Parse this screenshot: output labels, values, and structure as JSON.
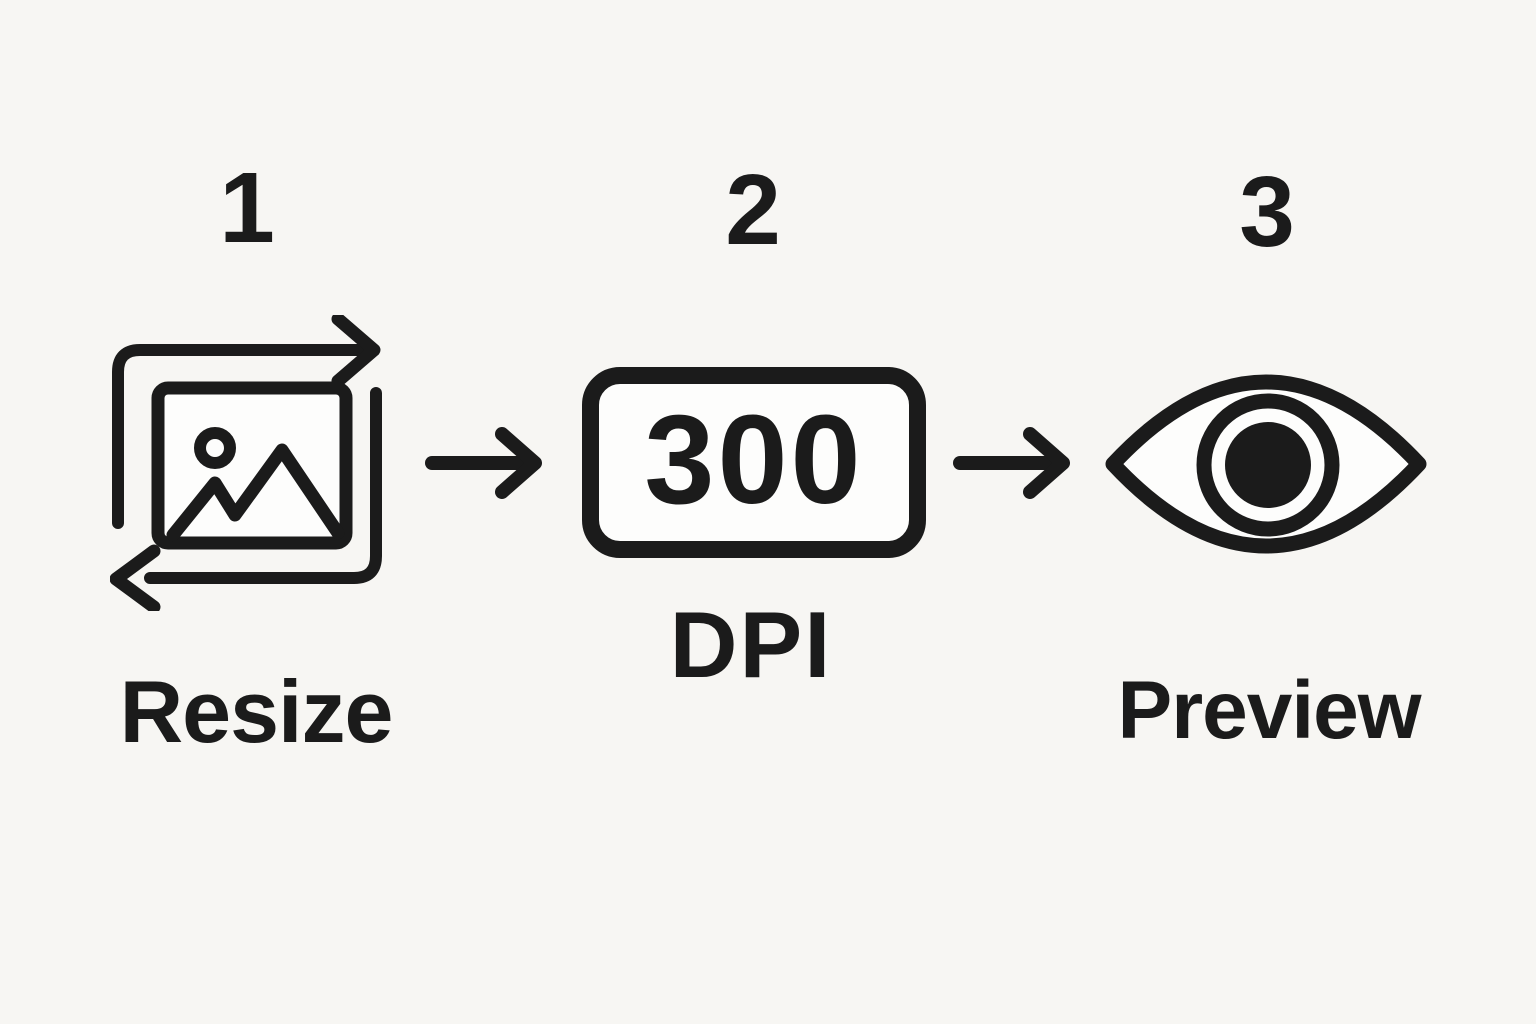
{
  "colors": {
    "background": "#f7f6f3",
    "ink": "#1b1b1b",
    "paper": "#fdfdfc"
  },
  "diagram": {
    "title": "",
    "type": "process-flow",
    "steps": [
      {
        "number": "1",
        "label": "Resize",
        "icon": "resize-image-icon"
      },
      {
        "number": "2",
        "label": "DPI",
        "badge_value": "300",
        "icon": "dpi-badge"
      },
      {
        "number": "3",
        "label": "Preview",
        "icon": "eye-icon"
      }
    ],
    "connector_icon": "right-arrow-icon"
  }
}
